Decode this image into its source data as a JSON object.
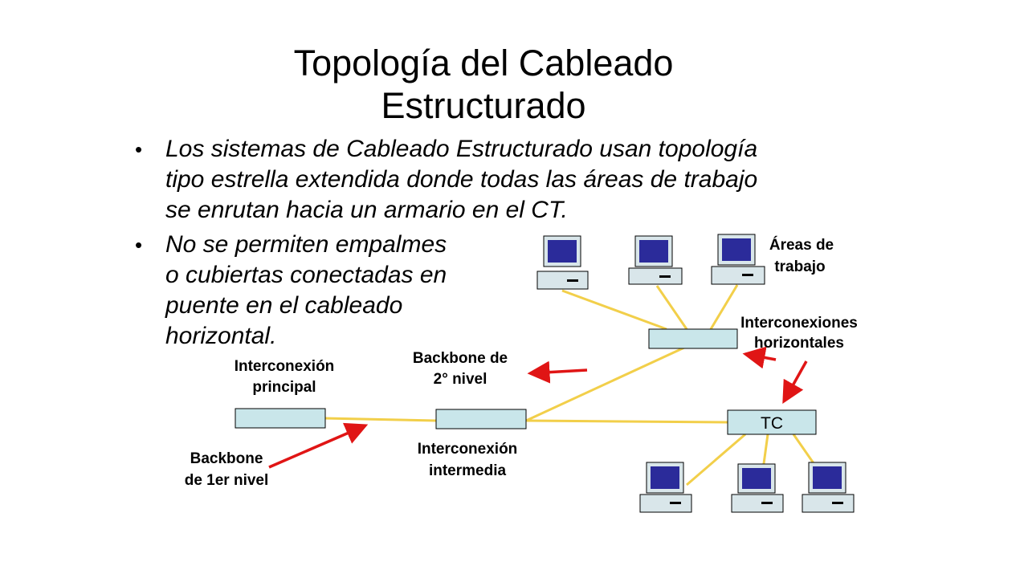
{
  "title": {
    "line1": "Topología del Cableado",
    "line2": "Estructurado"
  },
  "bullets": [
    {
      "lines": [
        "Los sistemas de Cableado Estructurado usan topología",
        "tipo estrella extendida donde todas las áreas de trabajo",
        "se enrutan hacia un armario en el CT."
      ]
    },
    {
      "lines": [
        "No se permiten empalmes",
        "o cubiertas conectadas en",
        "puente en el cableado",
        "horizontal."
      ]
    }
  ],
  "diagram": {
    "labels": {
      "areas_trabajo": [
        "Áreas de",
        "trabajo"
      ],
      "interconexiones_horizontales": [
        "Interconexiones",
        "horizontales"
      ],
      "backbone_2": [
        "Backbone de",
        "2° nivel"
      ],
      "interconexion_principal": [
        "Interconexión",
        "principal"
      ],
      "interconexion_intermedia": [
        "Interconexión",
        "intermedia"
      ],
      "backbone_1": [
        "Backbone",
        "de 1er nivel"
      ],
      "tc": "TC"
    },
    "colors": {
      "cable": "#f2cf4a",
      "box_fill": "#c9e6ea",
      "arrow": "#e01515",
      "screen": "#2b2b9a",
      "device": "#d9e6ea"
    }
  }
}
